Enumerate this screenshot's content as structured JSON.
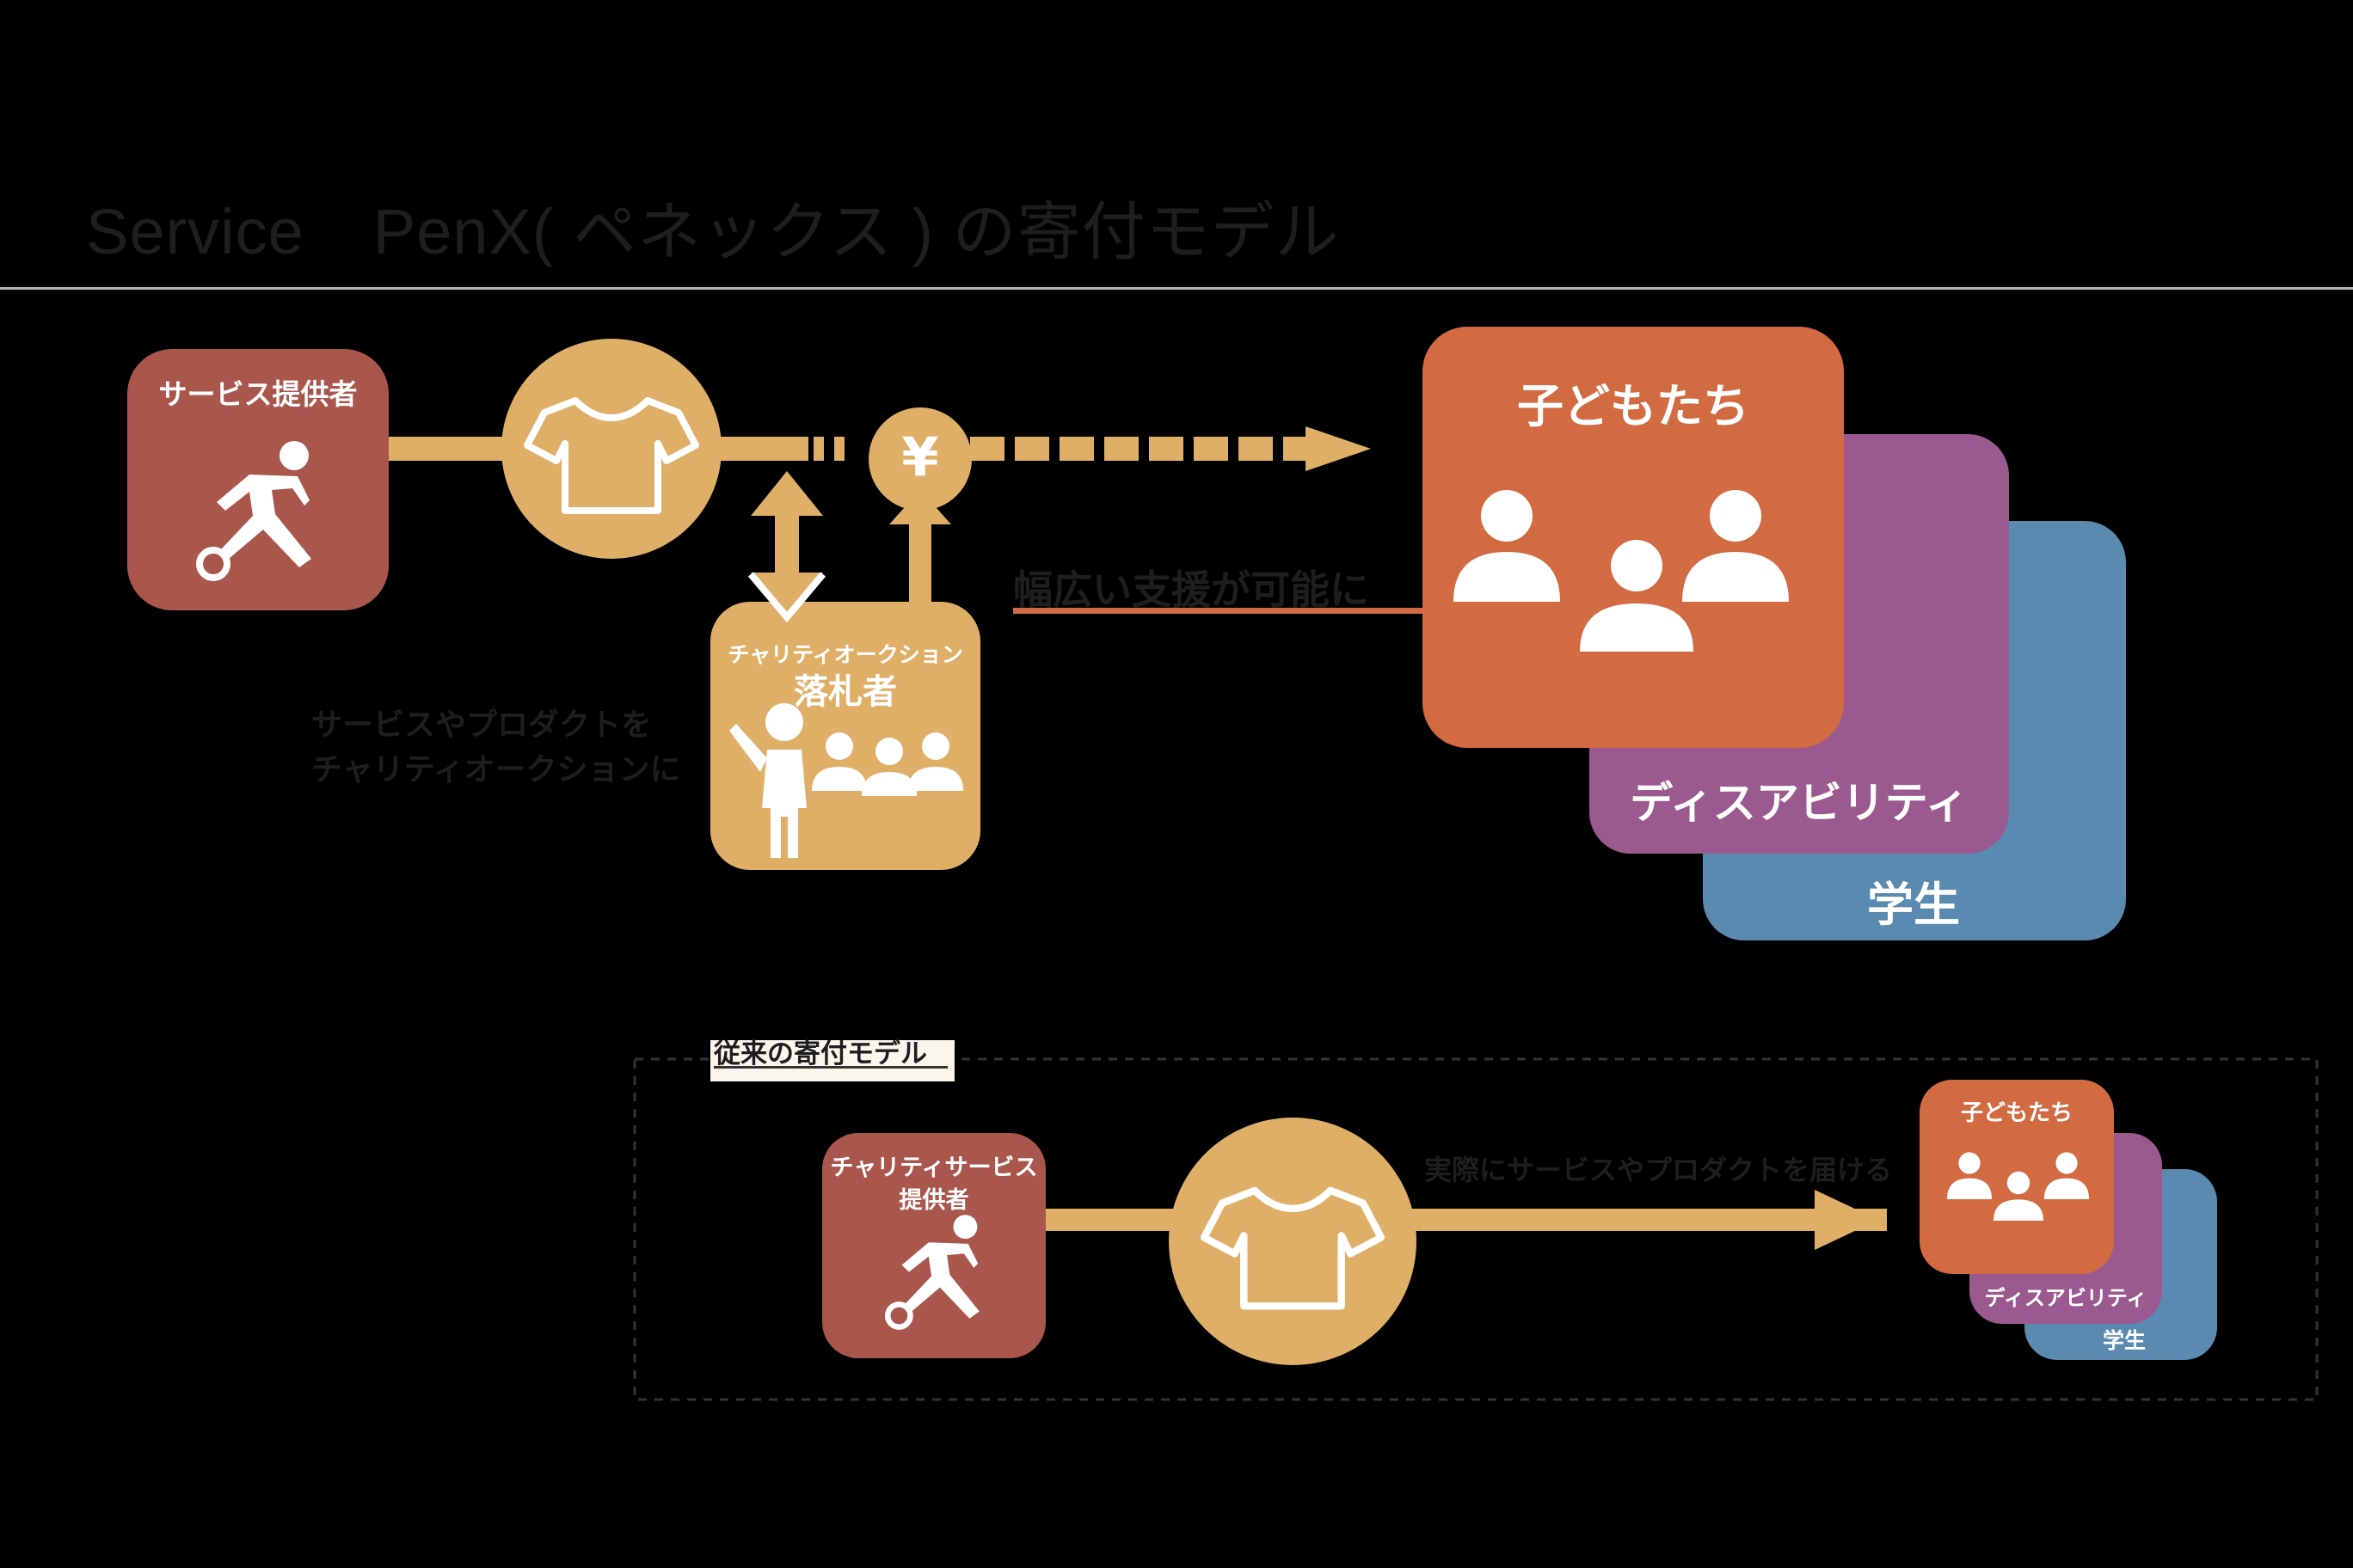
{
  "title": {
    "service": "Service",
    "name": "PenX( ペネックス ) の寄付モデル"
  },
  "provider": {
    "label": "サービス提供者"
  },
  "bidder": {
    "label_small": "チャリティオークション",
    "label_big": "落札者"
  },
  "yen_symbol": "¥",
  "auction_note": {
    "line1": "サービスやプロダクトを",
    "line2": "チャリティオークションに"
  },
  "support_note": "幅広い支援が可能に",
  "recipients": {
    "children": "子どもたち",
    "disability": "ディスアビリティ",
    "students": "学生"
  },
  "traditional": {
    "title": "従来の寄付モデル",
    "provider_line1": "チャリティサービス",
    "provider_line2": "提供者",
    "arrow_label": "実際にサービスやプロダクトを届ける",
    "children": "子どもたち",
    "disability": "ディスアビリティ",
    "students": "学生"
  },
  "colors": {
    "background": "#fbf6ec",
    "provider": "#a9564d",
    "gold": "#dfaf68",
    "children": "#d26a42",
    "disability": "#9a5a8f",
    "students": "#5a8ab0",
    "support_line": "#d26a42"
  },
  "icons": [
    "soccer-player-icon",
    "tshirt-icon",
    "yen-icon",
    "auction-crowd-icon",
    "people-group-icon"
  ]
}
